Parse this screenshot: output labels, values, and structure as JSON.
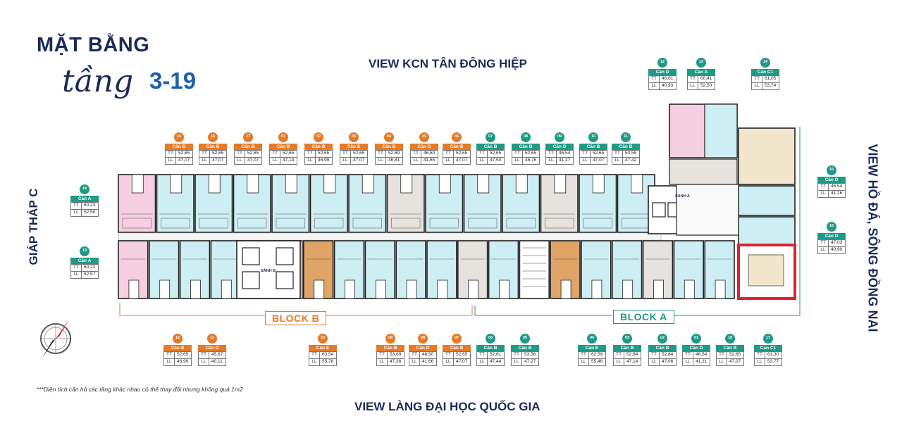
{
  "title": {
    "main": "MẶT BẰNG",
    "script": "tầng",
    "floors": "3-19"
  },
  "views": {
    "top": "VIEW KCN TÂN ĐÔNG HIỆP",
    "bottom": "VIEW LÀNG ĐẠI HỌC QUỐC GIA",
    "left": "GIÁP THÁP C",
    "right": "VIEW HỒ ĐÁ, SÔNG ĐỒNG NAI"
  },
  "blocks": {
    "b": "BLOCK B",
    "a": "BLOCK A"
  },
  "hall_labels": {
    "a": "SẢNH A",
    "b": "SẢNH B"
  },
  "note": "***Diện tích căn hộ các tầng khác nhau có thể thay đổi nhưng không quá 1m2",
  "label_keys": {
    "tt": "TT",
    "ll": "LL"
  },
  "colors": {
    "orange": "#e77a27",
    "teal": "#1f9a85",
    "pink": "#f5cfe0",
    "blue": "#cdeef2",
    "tan": "#e0a566",
    "grey": "#e6e3df",
    "highlight": "#e3202b"
  },
  "units": {
    "top_b": [
      {
        "no": "15",
        "type": "Căn B",
        "tt": "52,65",
        "ll": "47,07"
      },
      {
        "no": "16",
        "type": "Căn B",
        "tt": "52,65",
        "ll": "47,07"
      },
      {
        "no": "17",
        "type": "Căn B",
        "tt": "52,65",
        "ll": "47,07"
      },
      {
        "no": "01",
        "type": "Căn B",
        "tt": "52,65",
        "ll": "47,14"
      },
      {
        "no": "02",
        "type": "Căn B",
        "tt": "52,65",
        "ll": "46,99"
      },
      {
        "no": "03",
        "type": "Căn B",
        "tt": "52,65",
        "ll": "47,07"
      },
      {
        "no": "04",
        "type": "Căn B",
        "tt": "52,69",
        "ll": "46,81"
      },
      {
        "no": "05",
        "type": "Căn D",
        "tt": "46,50",
        "ll": "41,65"
      },
      {
        "no": "06",
        "type": "Căn B",
        "tt": "52,65",
        "ll": "47,07"
      }
    ],
    "top_a": [
      {
        "no": "07",
        "type": "Căn B",
        "tt": "52,65",
        "ll": "47,50"
      },
      {
        "no": "08",
        "type": "Căn B",
        "tt": "52,65",
        "ll": "46,76"
      },
      {
        "no": "09",
        "type": "Căn D",
        "tt": "46,54",
        "ll": "41,27"
      },
      {
        "no": "10",
        "type": "Căn B",
        "tt": "52,65",
        "ll": "47,07"
      },
      {
        "no": "11",
        "type": "Căn B",
        "tt": "53,55",
        "ll": "47,42"
      }
    ],
    "upper_a": [
      {
        "no": "12",
        "type": "Căn D",
        "tt": "46,61",
        "ll": "40,93"
      },
      {
        "no": "13",
        "type": "Căn A",
        "tt": "60,41",
        "ll": "52,50"
      },
      {
        "no": "14",
        "type": "Căn C1",
        "tt": "61,05",
        "ll": "53,74"
      }
    ],
    "right_a": [
      {
        "no": "15",
        "type": "Căn D",
        "tt": "46,54",
        "ll": "41,26"
      },
      {
        "no": "16",
        "type": "Căn D",
        "tt": "47,03",
        "ll": "40,90"
      }
    ],
    "left_b": [
      {
        "no": "14",
        "type": "Căn A",
        "tt": "60,23",
        "ll": "52,50"
      },
      {
        "no": "13",
        "type": "Căn A",
        "tt": "60,22",
        "ll": "52,57"
      }
    ],
    "bottom_b": [
      {
        "no": "12",
        "type": "Căn B",
        "tt": "52,65",
        "ll": "46,99"
      },
      {
        "no": "11",
        "type": "Căn D",
        "tt": "45,67",
        "ll": "40,11"
      },
      {
        "no": "10",
        "type": "Căn E",
        "tt": "63,54",
        "ll": "55,78"
      },
      {
        "no": "09",
        "type": "Căn B",
        "tt": "53,69",
        "ll": "47,38"
      },
      {
        "no": "08",
        "type": "Căn D",
        "tt": "46,50",
        "ll": "41,66"
      },
      {
        "no": "07",
        "type": "Căn B",
        "tt": "52,65",
        "ll": "47,07"
      }
    ],
    "bottom_a": [
      {
        "no": "06",
        "type": "Căn B",
        "tt": "52,61",
        "ll": "47,44"
      },
      {
        "no": "05",
        "type": "Căn B",
        "tt": "53,56",
        "ll": "47,27"
      },
      {
        "no": "04",
        "type": "Căn E",
        "tt": "62,59",
        "ll": "55,46"
      },
      {
        "no": "03",
        "type": "Căn B",
        "tt": "52,64",
        "ll": "47,14"
      },
      {
        "no": "02",
        "type": "Căn B",
        "tt": "52,64",
        "ll": "47,06"
      },
      {
        "no": "01",
        "type": "Căn D",
        "tt": "46,54",
        "ll": "41,21"
      },
      {
        "no": "18",
        "type": "Căn B",
        "tt": "52,65",
        "ll": "47,07"
      },
      {
        "no": "17",
        "type": "Căn C1",
        "tt": "61,30",
        "ll": "53,77"
      }
    ]
  }
}
